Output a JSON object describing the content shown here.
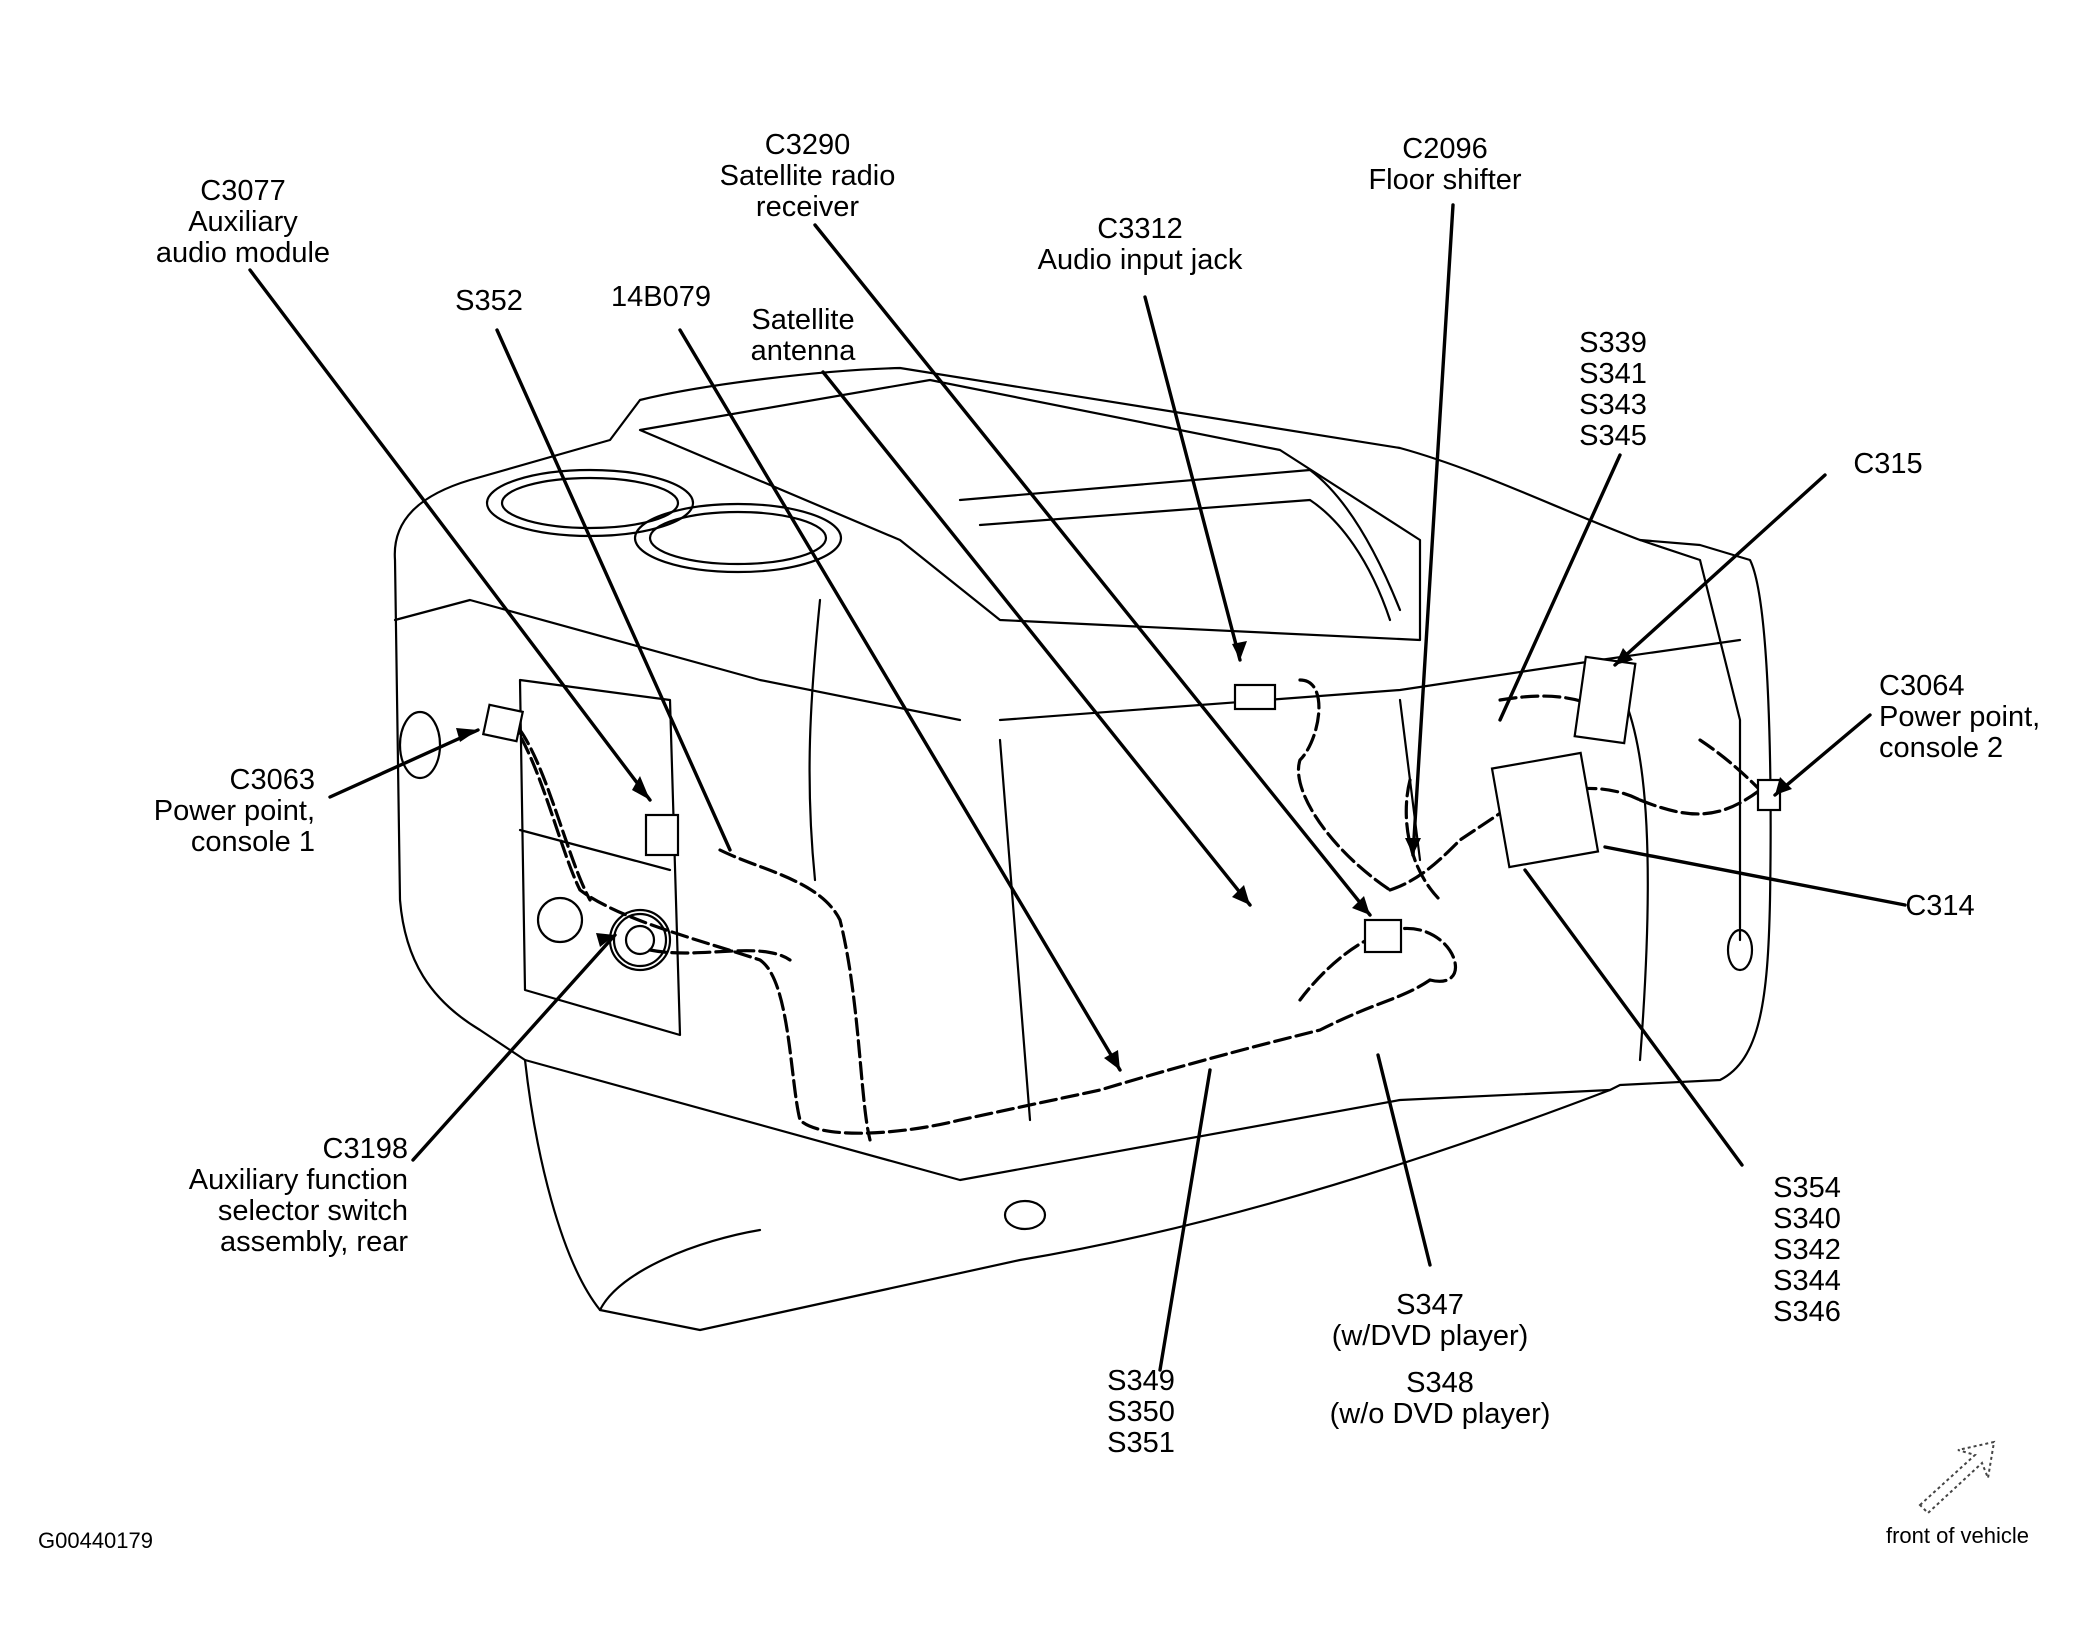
{
  "labels": {
    "c3077": "C3077\nAuxiliary\naudio module",
    "s352": "S352",
    "b14079": "14B079",
    "c3290": "C3290\nSatellite radio\nreceiver",
    "sat_antenna": "Satellite\nantenna",
    "c3312": "C3312\nAudio input jack",
    "c2096": "C2096\nFloor shifter",
    "s339_group": "S339\nS341\nS343\nS345",
    "c315": "C315",
    "c3064": "C3064\nPower point,\nconsole 2",
    "c314": "C314",
    "c3063": "C3063\nPower point,\nconsole 1",
    "c3198": "C3198\nAuxiliary function\nselector switch\nassembly, rear",
    "s354_group": "S354\nS340\nS342\nS344\nS346",
    "s347": "S347\n(w/DVD player)",
    "s348": "S348\n(w/o DVD player)",
    "s349_group": "S349\nS350\nS351",
    "figure_id": "G00440179",
    "front_of_vehicle": "front of vehicle"
  },
  "icons": {
    "front_arrow": "arrow-up-right-icon"
  }
}
